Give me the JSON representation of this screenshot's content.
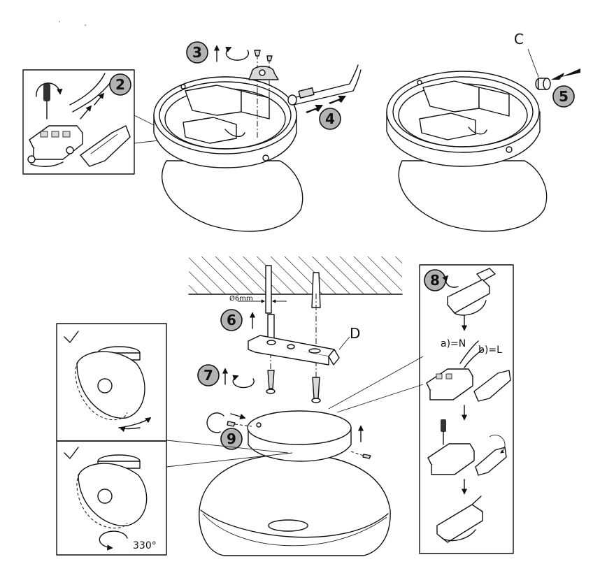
{
  "steps": {
    "s2": "2",
    "s3": "3",
    "s4": "4",
    "s5": "5",
    "s6": "6",
    "s7": "7",
    "s8": "8",
    "s9": "9"
  },
  "labels": {
    "part_c": "C",
    "part_d": "D",
    "diameter": "Ø6mm",
    "neutral": "a)=N",
    "live": "b)=L",
    "rotation": "330°"
  },
  "icons": {
    "step_badge": "numbered-circle-icon",
    "check": "check-mark-icon",
    "rotate": "rotate-arrow-icon",
    "screwdriver": "screwdriver-icon"
  },
  "colors": {
    "ink": "#111111",
    "badge_fill": "#b3b3b3",
    "paper": "#ffffff"
  }
}
